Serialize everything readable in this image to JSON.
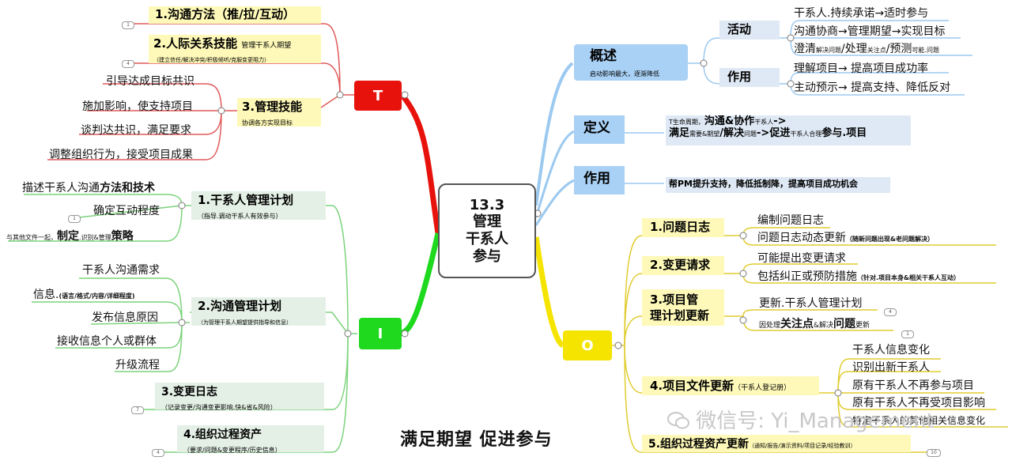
{
  "center": {
    "lines": [
      "13.3",
      "管理",
      "干系人",
      "参与"
    ]
  },
  "slogan": "满足期望 促进参与",
  "watermark": {
    "text": "微信号: Yi_Management",
    "icon": "wechat-icon"
  },
  "colors": {
    "t": "#e8120c",
    "i": "#1ed91e",
    "o": "#f5e400",
    "blue": "#9cc9f0",
    "red_line": "#e05a5a",
    "green_line": "#7cd37c",
    "yellow_line": "#e0cc30"
  },
  "T": {
    "label": "T",
    "tech1": "1.沟通方法（推/拉/互动）",
    "tech2": "2.人际关系技能",
    "tech2_tail": "管理干系人期望",
    "tech2_sub": "（建立信任/解决冲突/积极倾听/克服变更阻力）",
    "tech3": "3.管理技能",
    "tech3_sub": "协调各方实现目标",
    "tech3_items": [
      "引导达成目标共识",
      "施加影响，使支持项目",
      "谈判达共识，满足要求",
      "调整组织行为，接受项目成果"
    ],
    "badge1": "1",
    "badge2": "4"
  },
  "I": {
    "label": "I",
    "in1": "1.干系人管理计划",
    "in1_sub": "（指导.调动干系人有效参与）",
    "in1_a_pre": "描述干系人沟通",
    "in1_a_b": "方法和技术",
    "in1_b": "确定互动程度",
    "in1_c_pre": "与其他文件一起，",
    "in1_c_b1": "制定",
    "in1_c_mid": ".识别&管理",
    "in1_c_b2": "策略",
    "in2": "2.沟通管理计划",
    "in2_sub": "（为管理干系人期望提供指导和信息）",
    "in2_items": [
      "干系人沟通需求",
      "发布信息原因",
      "接收信息个人或群体",
      "升级流程"
    ],
    "in2_info_pre": "信息.",
    "in2_info_sub": "(语言/格式/内容/详细程度)",
    "in3": "3.变更日志",
    "in3_sub": "（记录变更/沟通变更影响.快&省&风险）",
    "in4": "4.组织过程资产",
    "in4_sub": "（要求/问题&变更程序/历史信息）",
    "badge1": "1",
    "badge3": "7",
    "badge4": "4"
  },
  "O": {
    "label": "O",
    "out1": "1.问题日志",
    "out1_a": "编制问题日志",
    "out1_b": "问题日志动态更新",
    "out1_b_sub": "（随新问题出现&老问题解决）",
    "out2": "2.变更请求",
    "out2_a": "可能提出变更请求",
    "out2_b": "包括纠正或预防措施",
    "out2_b_sub": "（针对.项目本身&相关干系人互动）",
    "out3_l1": "3.项目管",
    "out3_l2": "理计划更新",
    "out3_a": "更新.干系人管理计划",
    "out3_b_pre": "因处理",
    "out3_b_b1": "关注点",
    "out3_b_mid": "&解决",
    "out3_b_b2": "问题",
    "out3_b_tail": "更新",
    "out4": "4.项目文件更新",
    "out4_sub": "（干系人登记册）",
    "out4_items": [
      "干系人信息变化",
      "识别出新干系人",
      "原有干系人不再参与项目",
      "原有干系人不再受项目影响",
      "特定干系人的其他相关信息变化"
    ],
    "out5": "5.组织过程资产更新",
    "out5_sub": "（通知/报告/演示资料/项目记录/经验教训）",
    "badge3a": "4",
    "badge3b": "1",
    "badge5": "10"
  },
  "overview": {
    "title": "概述",
    "sub": "启动影响最大，逐渐降低",
    "act": "活动",
    "act_items": [
      "干系人.持续承诺→适时参与",
      "沟通协商→管理期望→实现目标"
    ],
    "act_3_a": "澄清",
    "act_3_a_sm": "解决问题",
    "act_3_b": "/处理",
    "act_3_b_sm": "关注点",
    "act_3_c": "/预测",
    "act_3_c_sm": "可能.问题",
    "use": "作用",
    "use_items": [
      "理解项目→ 提高项目成功率",
      "主动预示→ 提高支持、降低反对"
    ]
  },
  "definition": {
    "title": "定义",
    "l1_sm": "T生命周期，",
    "l1_b": "沟通&协作",
    "l1_tail_sm": "干系人",
    "l1_arrow": "->",
    "l2_b1": "满足",
    "l2_sm1": "需要&期望",
    "l2_b2": "/解决",
    "l2_sm2": "问题",
    "l2_arrow": "->",
    "l2_b3": "促进",
    "l2_sm3": "干系人合理",
    "l2_b4": "参与.项目"
  },
  "role": {
    "title": "作用",
    "text": "帮PM提升支持，降低抵制降，提高项目成功机会"
  }
}
